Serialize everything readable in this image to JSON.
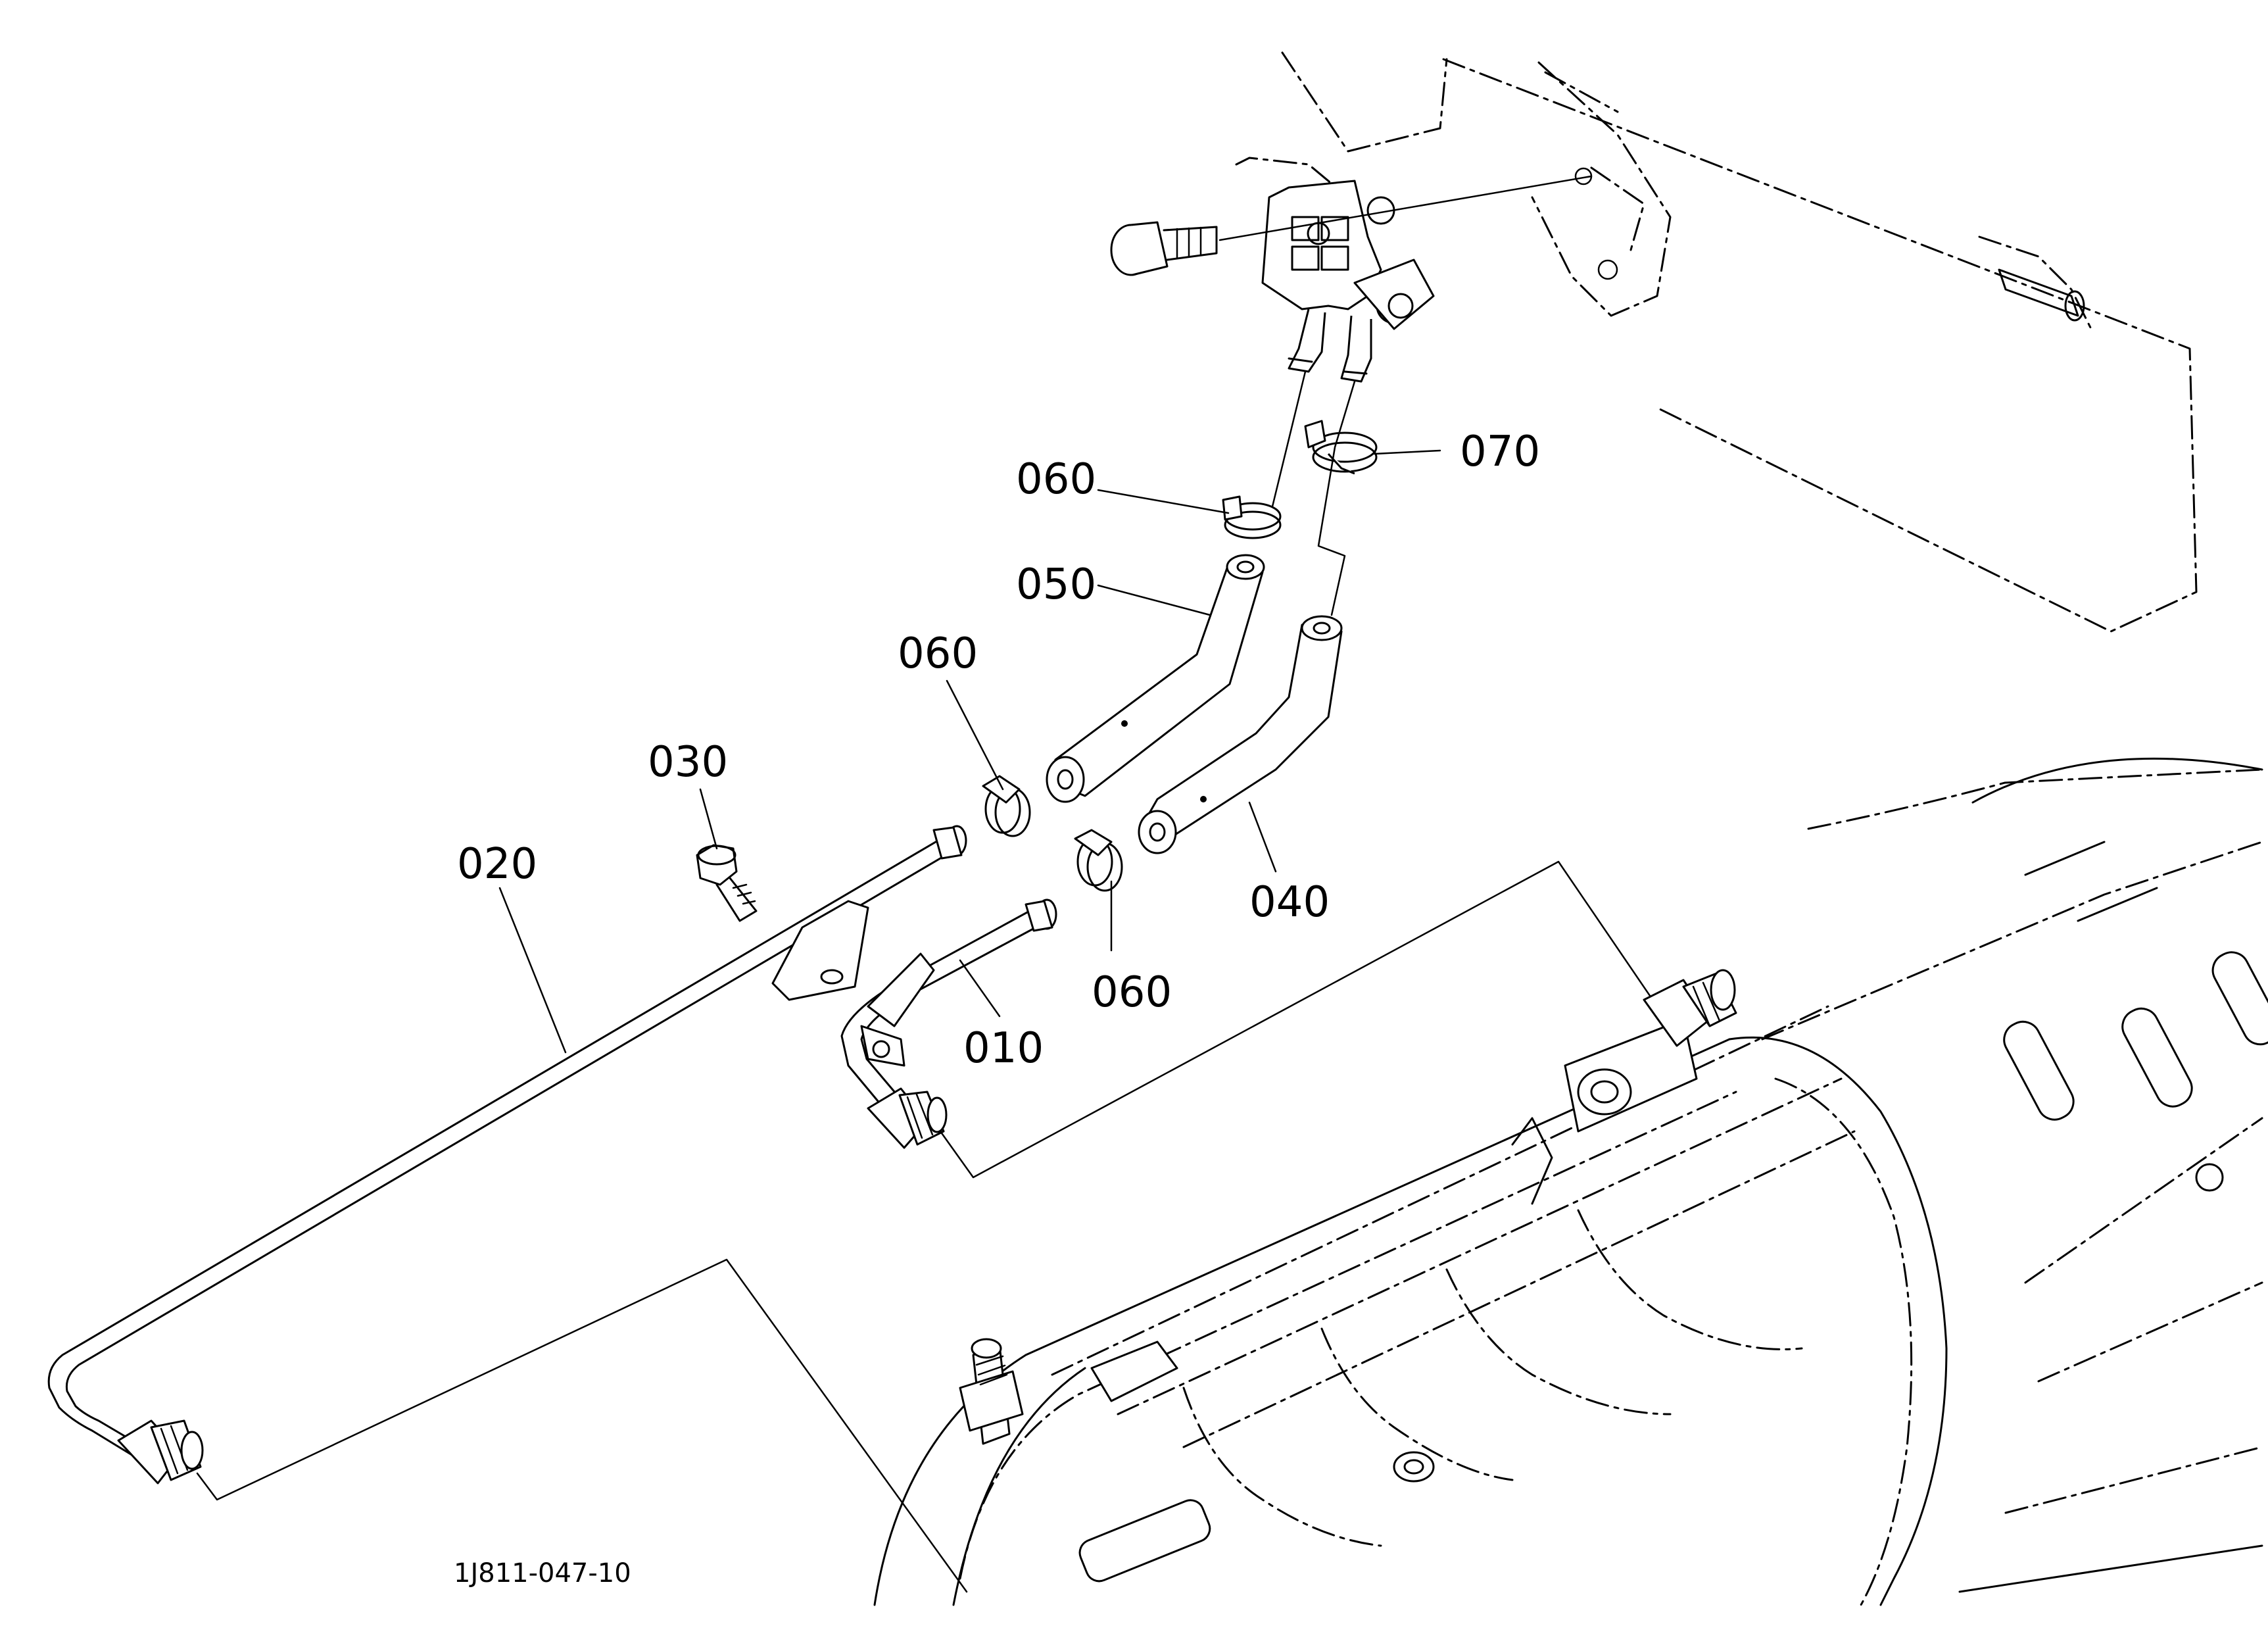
{
  "diagram": {
    "figure_code": "1J811-047-10",
    "callouts": [
      {
        "id": "010",
        "text": "010"
      },
      {
        "id": "020",
        "text": "020"
      },
      {
        "id": "030",
        "text": "030"
      },
      {
        "id": "040",
        "text": "040"
      },
      {
        "id": "050",
        "text": "050"
      },
      {
        "id": "060a",
        "text": "060"
      },
      {
        "id": "060b",
        "text": "060"
      },
      {
        "id": "060c",
        "text": "060"
      },
      {
        "id": "070",
        "text": "070"
      }
    ]
  }
}
